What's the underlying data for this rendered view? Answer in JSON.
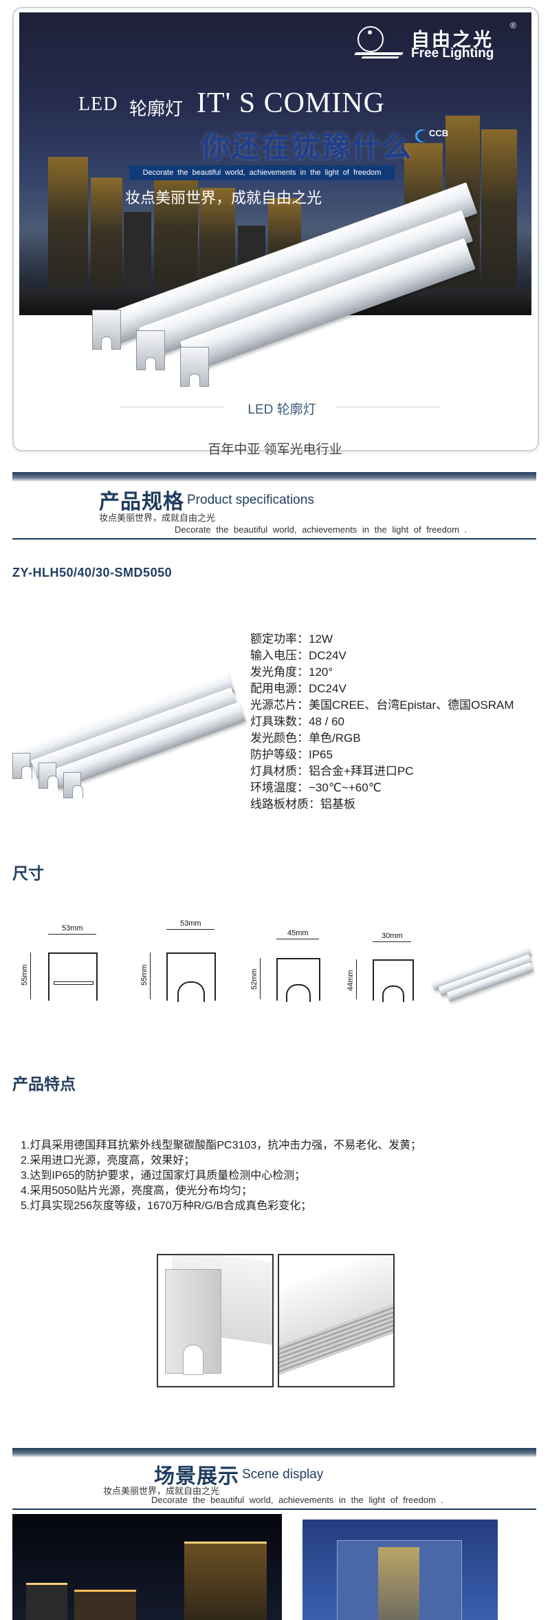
{
  "hero": {
    "logo_cn": "自由之光",
    "logo_en": "Free Lighting",
    "logo_reg": "®",
    "title_led": "LED",
    "title_cn": "轮廓灯",
    "title_coming": "IT' S COMING",
    "question": "你还在犹豫什么",
    "badge": "CCB",
    "tagline": "Decorate the beautiful world, achievements in the light of freedom",
    "slogan": "妆点美丽世界，成就自由之光",
    "product_label": "LED  轮廓灯",
    "motto": "百年中亚  领军光电行业"
  },
  "specs_section": {
    "title_cn": "产品规格",
    "title_en": "Product specifications",
    "sub_cn": "妆点美丽世界，成就自由之光",
    "sub_en": "Decorate the beautiful world, achievements in the light of freedom ."
  },
  "model": "ZY-HLH50/40/30-SMD5050",
  "specs": [
    "额定功率：12W",
    "输入电压：DC24V",
    "发光角度：120°",
    "配用电源：DC24V",
    "光源芯片：美国CREE、台湾Epistar、德国OSRAM",
    "灯具珠数：48 / 60",
    "发光颜色：单色/RGB",
    "防护等级：IP65",
    "灯具材质：铝合金+拜耳进口PC",
    "环境温度：−30℃~+60℃",
    "线路板材质：铝基板"
  ],
  "dimensions": {
    "heading": "尺寸",
    "items": [
      {
        "width": "53mm",
        "height": "55mm"
      },
      {
        "width": "53mm",
        "height": "55mm"
      },
      {
        "width": "45mm",
        "height": "52mm"
      },
      {
        "width": "30mm",
        "height": "44mm"
      }
    ]
  },
  "features": {
    "heading": "产品特点",
    "items": [
      "1.灯具采用德国拜耳抗紫外线型聚碳酸酯PC3103，抗冲击力强，不易老化、发黄；",
      "2.采用进口光源，亮度高，效果好；",
      "3.达到IP65的防护要求，通过国家灯具质量检测中心检测；",
      "4.采用5050贴片光源，亮度高，使光分布均匀；",
      "5.灯具实现256灰度等级，1670万种R/G/B合成真色彩变化；"
    ]
  },
  "scene_section": {
    "title_cn": "场景展示",
    "title_en": "Scene display",
    "sub_cn": "妆点美丽世界，成就自由之光",
    "sub_en": "Decorate the beautiful world, achievements in the light of freedom ."
  },
  "colors": {
    "brand_navy": "#1f3c5e",
    "tagline_bar": "#113a78",
    "question_blue": "#1f3f8a"
  }
}
